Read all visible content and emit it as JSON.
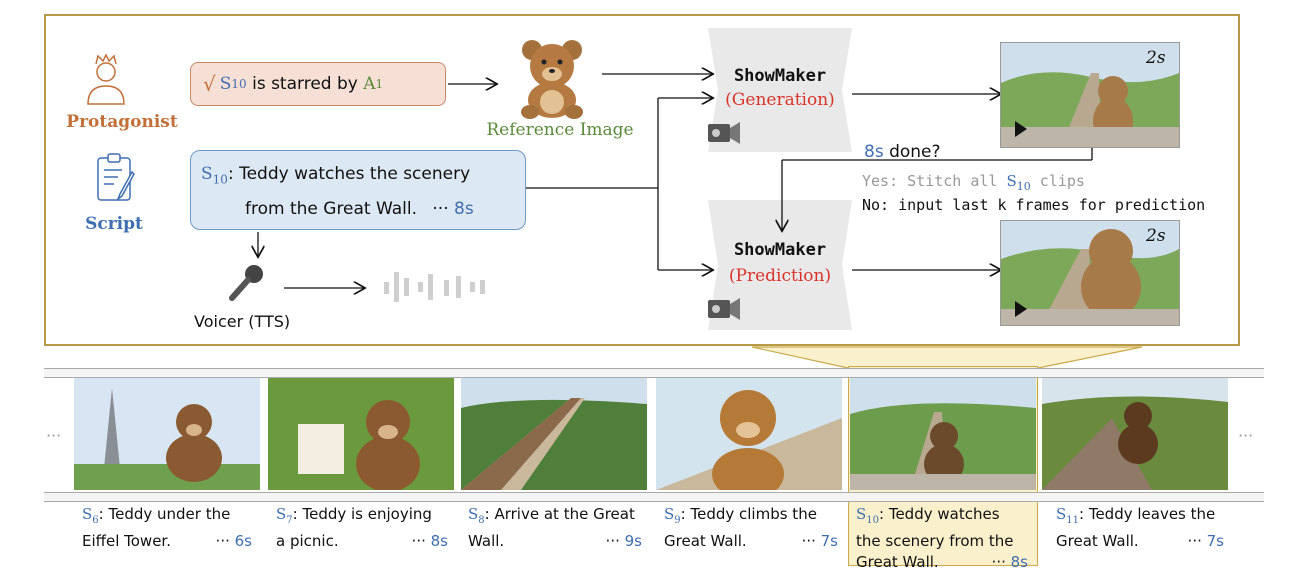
{
  "protagonist": {
    "label": "Protagonist"
  },
  "script": {
    "label": "Script"
  },
  "starred": {
    "check": "√",
    "scene": "S",
    "scene_sub": "10",
    "text": " is starred by ",
    "actor": "A",
    "actor_sub": "1"
  },
  "script_box": {
    "scene": "S",
    "scene_sub": "10",
    "line1": ": Teddy watches the scenery",
    "line2": "from the Great Wall.",
    "ellipsis": "···",
    "duration": "8s"
  },
  "reference": {
    "label": "Reference Image"
  },
  "voicer": {
    "label": "Voicer (TTS)"
  },
  "showmaker_gen": {
    "title": "ShowMaker",
    "mode": "(Generation)"
  },
  "showmaker_pred": {
    "title": "ShowMaker",
    "mode": "(Prediction)"
  },
  "clip_top": {
    "duration": "2s"
  },
  "clip_bottom": {
    "duration": "2s"
  },
  "decision": {
    "question_dur": "8s",
    "question_text": " done?",
    "yes_prefix": "Yes: Stitch all ",
    "yes_scene": "S",
    "yes_sub": "10",
    "yes_suffix": " clips",
    "no_text": "No: input last k frames for prediction"
  },
  "strip": {
    "left_dots": "···",
    "right_dots": "···",
    "scenes": [
      {
        "s": "S",
        "sub": "6",
        "line1": ": Teddy under the",
        "line2": "Eiffel Tower.",
        "line3": "",
        "dots": "···",
        "dur": "6s"
      },
      {
        "s": "S",
        "sub": "7",
        "line1": ": Teddy is enjoying",
        "line2": "a picnic.",
        "line3": "",
        "dots": "···",
        "dur": "8s"
      },
      {
        "s": "S",
        "sub": "8",
        "line1": ": Arrive at the Great",
        "line2": "Wall.",
        "line3": "",
        "dots": "···",
        "dur": "9s"
      },
      {
        "s": "S",
        "sub": "9",
        "line1": ": Teddy climbs the",
        "line2": "Great Wall.",
        "line3": "",
        "dots": "···",
        "dur": "7s"
      },
      {
        "s": "S",
        "sub": "10",
        "line1": ": Teddy watches",
        "line2": "the scenery from the",
        "line3": "Great Wall.",
        "dots": "···",
        "dur": "8s"
      },
      {
        "s": "S",
        "sub": "11",
        "line1": ": Teddy leaves the",
        "line2": "Great Wall.",
        "line3": "",
        "dots": "···",
        "dur": "7s"
      }
    ]
  },
  "colors": {
    "accent_gold": "#b69a48",
    "blue": "#3f6fb0",
    "red": "#d9342b",
    "orange": "#c2703a",
    "green": "#5a8a3a"
  },
  "icons": [
    "person-icon",
    "script-icon",
    "teddy-bear-icon",
    "camera-icon",
    "microphone-icon",
    "audio-waveform-icon",
    "play-icon"
  ]
}
